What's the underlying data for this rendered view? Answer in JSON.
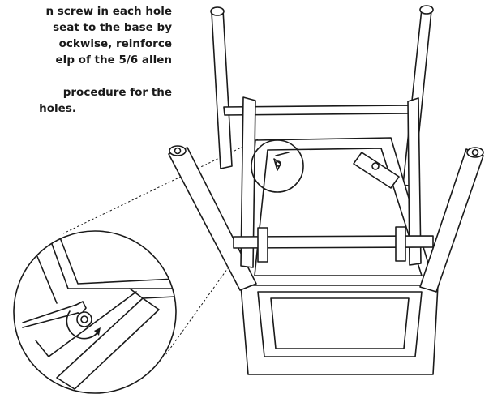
{
  "instructions": {
    "lines": [
      "n screw in each hole",
      "seat to the base by",
      "ockwise,   reinforce",
      "elp of the 5/6 allen",
      "",
      "procedure for the",
      "holes."
    ]
  },
  "icons": {
    "allen-key": "allen-key-icon",
    "rotate-clockwise": "rotate-clockwise-arrow-icon"
  }
}
